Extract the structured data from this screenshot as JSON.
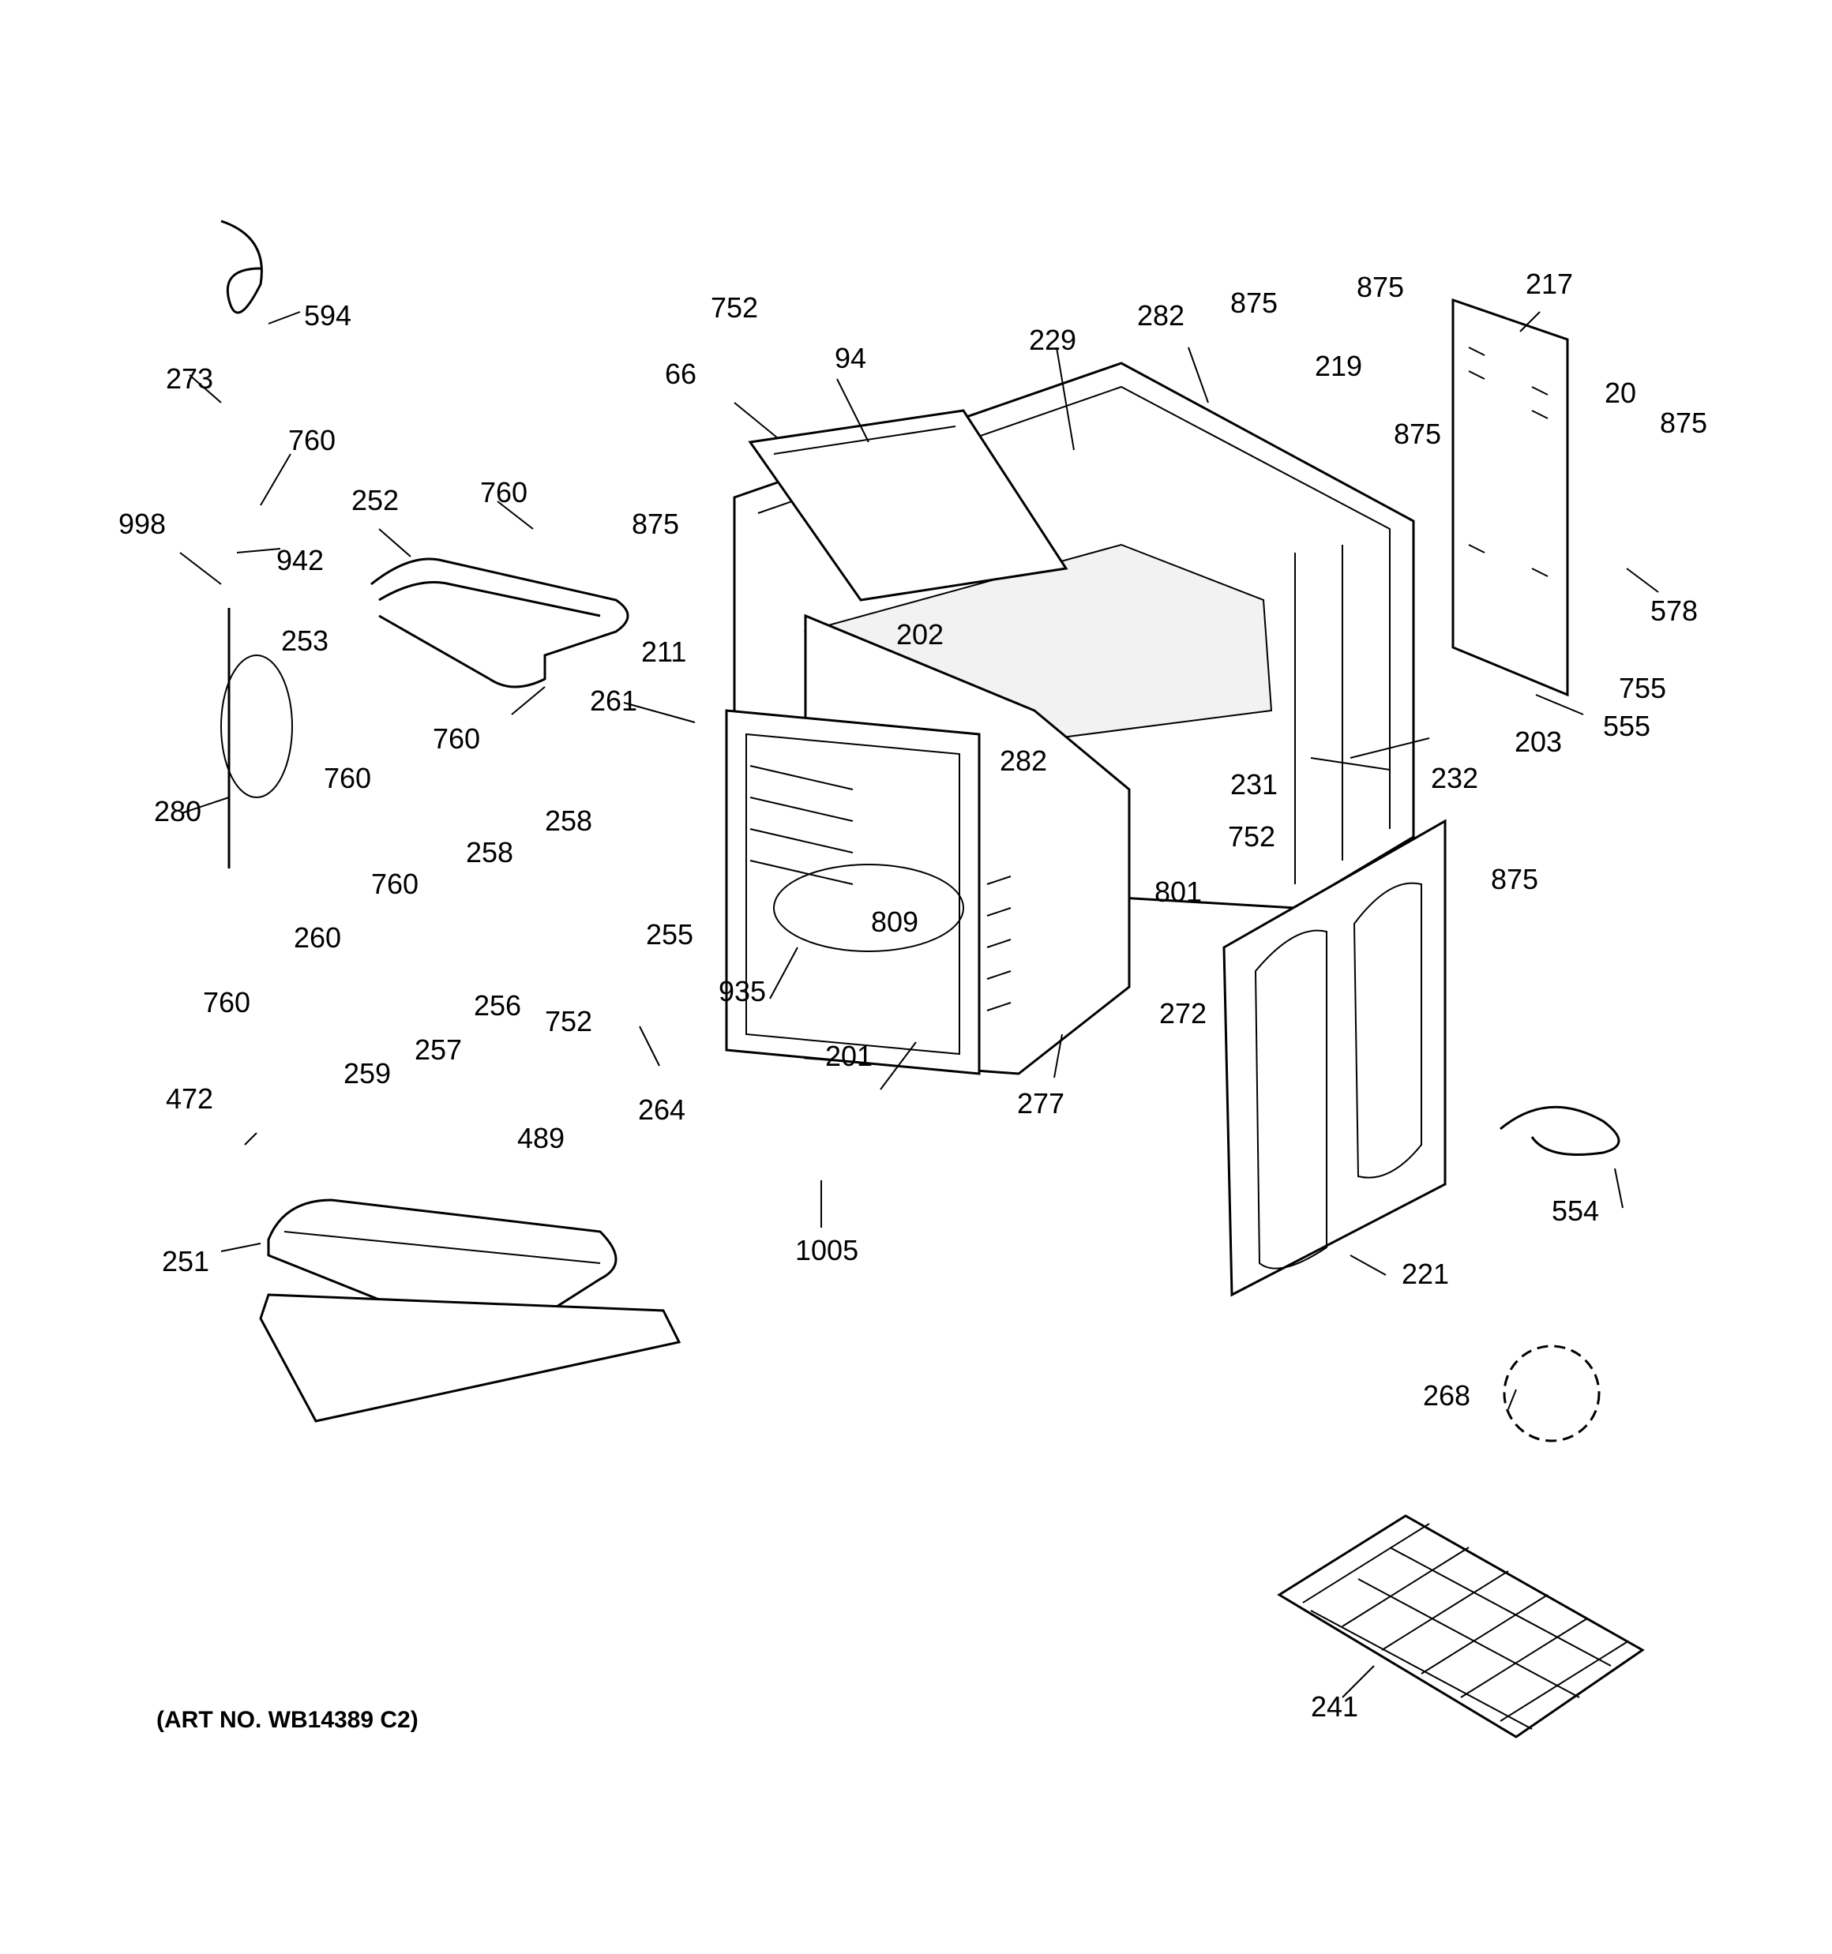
{
  "art_number": "(ART NO. WB14389 C2)",
  "callouts": [
    "594",
    "273",
    "760",
    "998",
    "942",
    "252",
    "760",
    "253",
    "760",
    "760",
    "280",
    "760",
    "258",
    "258",
    "260",
    "257",
    "256",
    "259",
    "752",
    "255",
    "261",
    "211",
    "875",
    "66",
    "94",
    "752",
    "202",
    "935",
    "809",
    "201",
    "264",
    "1005",
    "760",
    "472",
    "489",
    "251",
    "229",
    "282",
    "875",
    "875",
    "219",
    "875",
    "217",
    "20",
    "875",
    "578",
    "755",
    "555",
    "203",
    "232",
    "231",
    "282",
    "752",
    "801",
    "875",
    "272",
    "277",
    "221",
    "554",
    "268",
    "241"
  ]
}
